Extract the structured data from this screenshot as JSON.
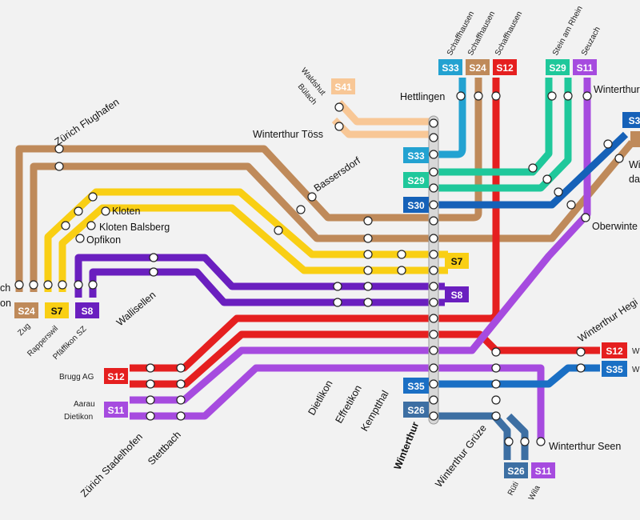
{
  "colors": {
    "S24": "#bf8a5a",
    "S7": "#f9cf14",
    "S8": "#6a1fbf",
    "S12": "#e51f1f",
    "S11": "#a64bdf",
    "S33": "#23a2d1",
    "S29": "#1fc89b",
    "S30": "#1561b8",
    "S35": "#1a6fc4",
    "S26": "#3d6fa3",
    "S41": "#f8c796"
  },
  "lines": {
    "S33": "S33",
    "S24": "S24",
    "S12": "S12",
    "S29": "S29",
    "S11": "S11",
    "S41": "S41",
    "S30": "S30",
    "S7": "S7",
    "S8": "S8",
    "S35": "S35",
    "S26": "S26",
    "S3": "S3"
  },
  "stations": {
    "zurich_flughafen": "Zürich Flughafen",
    "kloten": "Kloten",
    "kloten_balsberg": "Kloten Balsberg",
    "opfikon": "Opfikon",
    "bassersdorf": "Bassersdorf",
    "winterthur_toss": "Winterthur Töss",
    "hettlingen": "Hettlingen",
    "winterthur_wallruti": "Winterthur Wallrüti",
    "oberwinterthur": "Oberwinte",
    "winterthur_hegi": "Winterthur Hegi",
    "winterthur_seen": "Winterthur Seen",
    "winterthur_gruze": "Winterthur Grüze",
    "winterthur": "Winterthur",
    "dietlikon": "Dietlikon",
    "effretikon": "Effretikon",
    "kemptthal": "Kemptthal",
    "wallisellen": "Wallisellen",
    "zurich_stadelhofen": "Zürich Stadelhofen",
    "stettbach": "Stettbach",
    "zurich_cut": "ch",
    "zurich_cut2": "on",
    "wi_cut": "Wi",
    "da_cut": "da"
  },
  "destinations": {
    "schaffhausen": "Schaffhausen",
    "stein_am_rhein": "Stein am Rhein",
    "seuzach": "Seuzach",
    "waldshut": "Waldshut",
    "bulach": "Bülach",
    "zug": "Zug",
    "rapperswil": "Rapperswil",
    "pfaffikon_sz": "Pfäffikon SZ",
    "brugg_ag": "Brugg AG",
    "aarau": "Aarau",
    "dietikon": "Dietikon",
    "ruti": "Rüti",
    "wila": "Wila",
    "w_cut_1": "W",
    "w_cut_2": "W"
  }
}
